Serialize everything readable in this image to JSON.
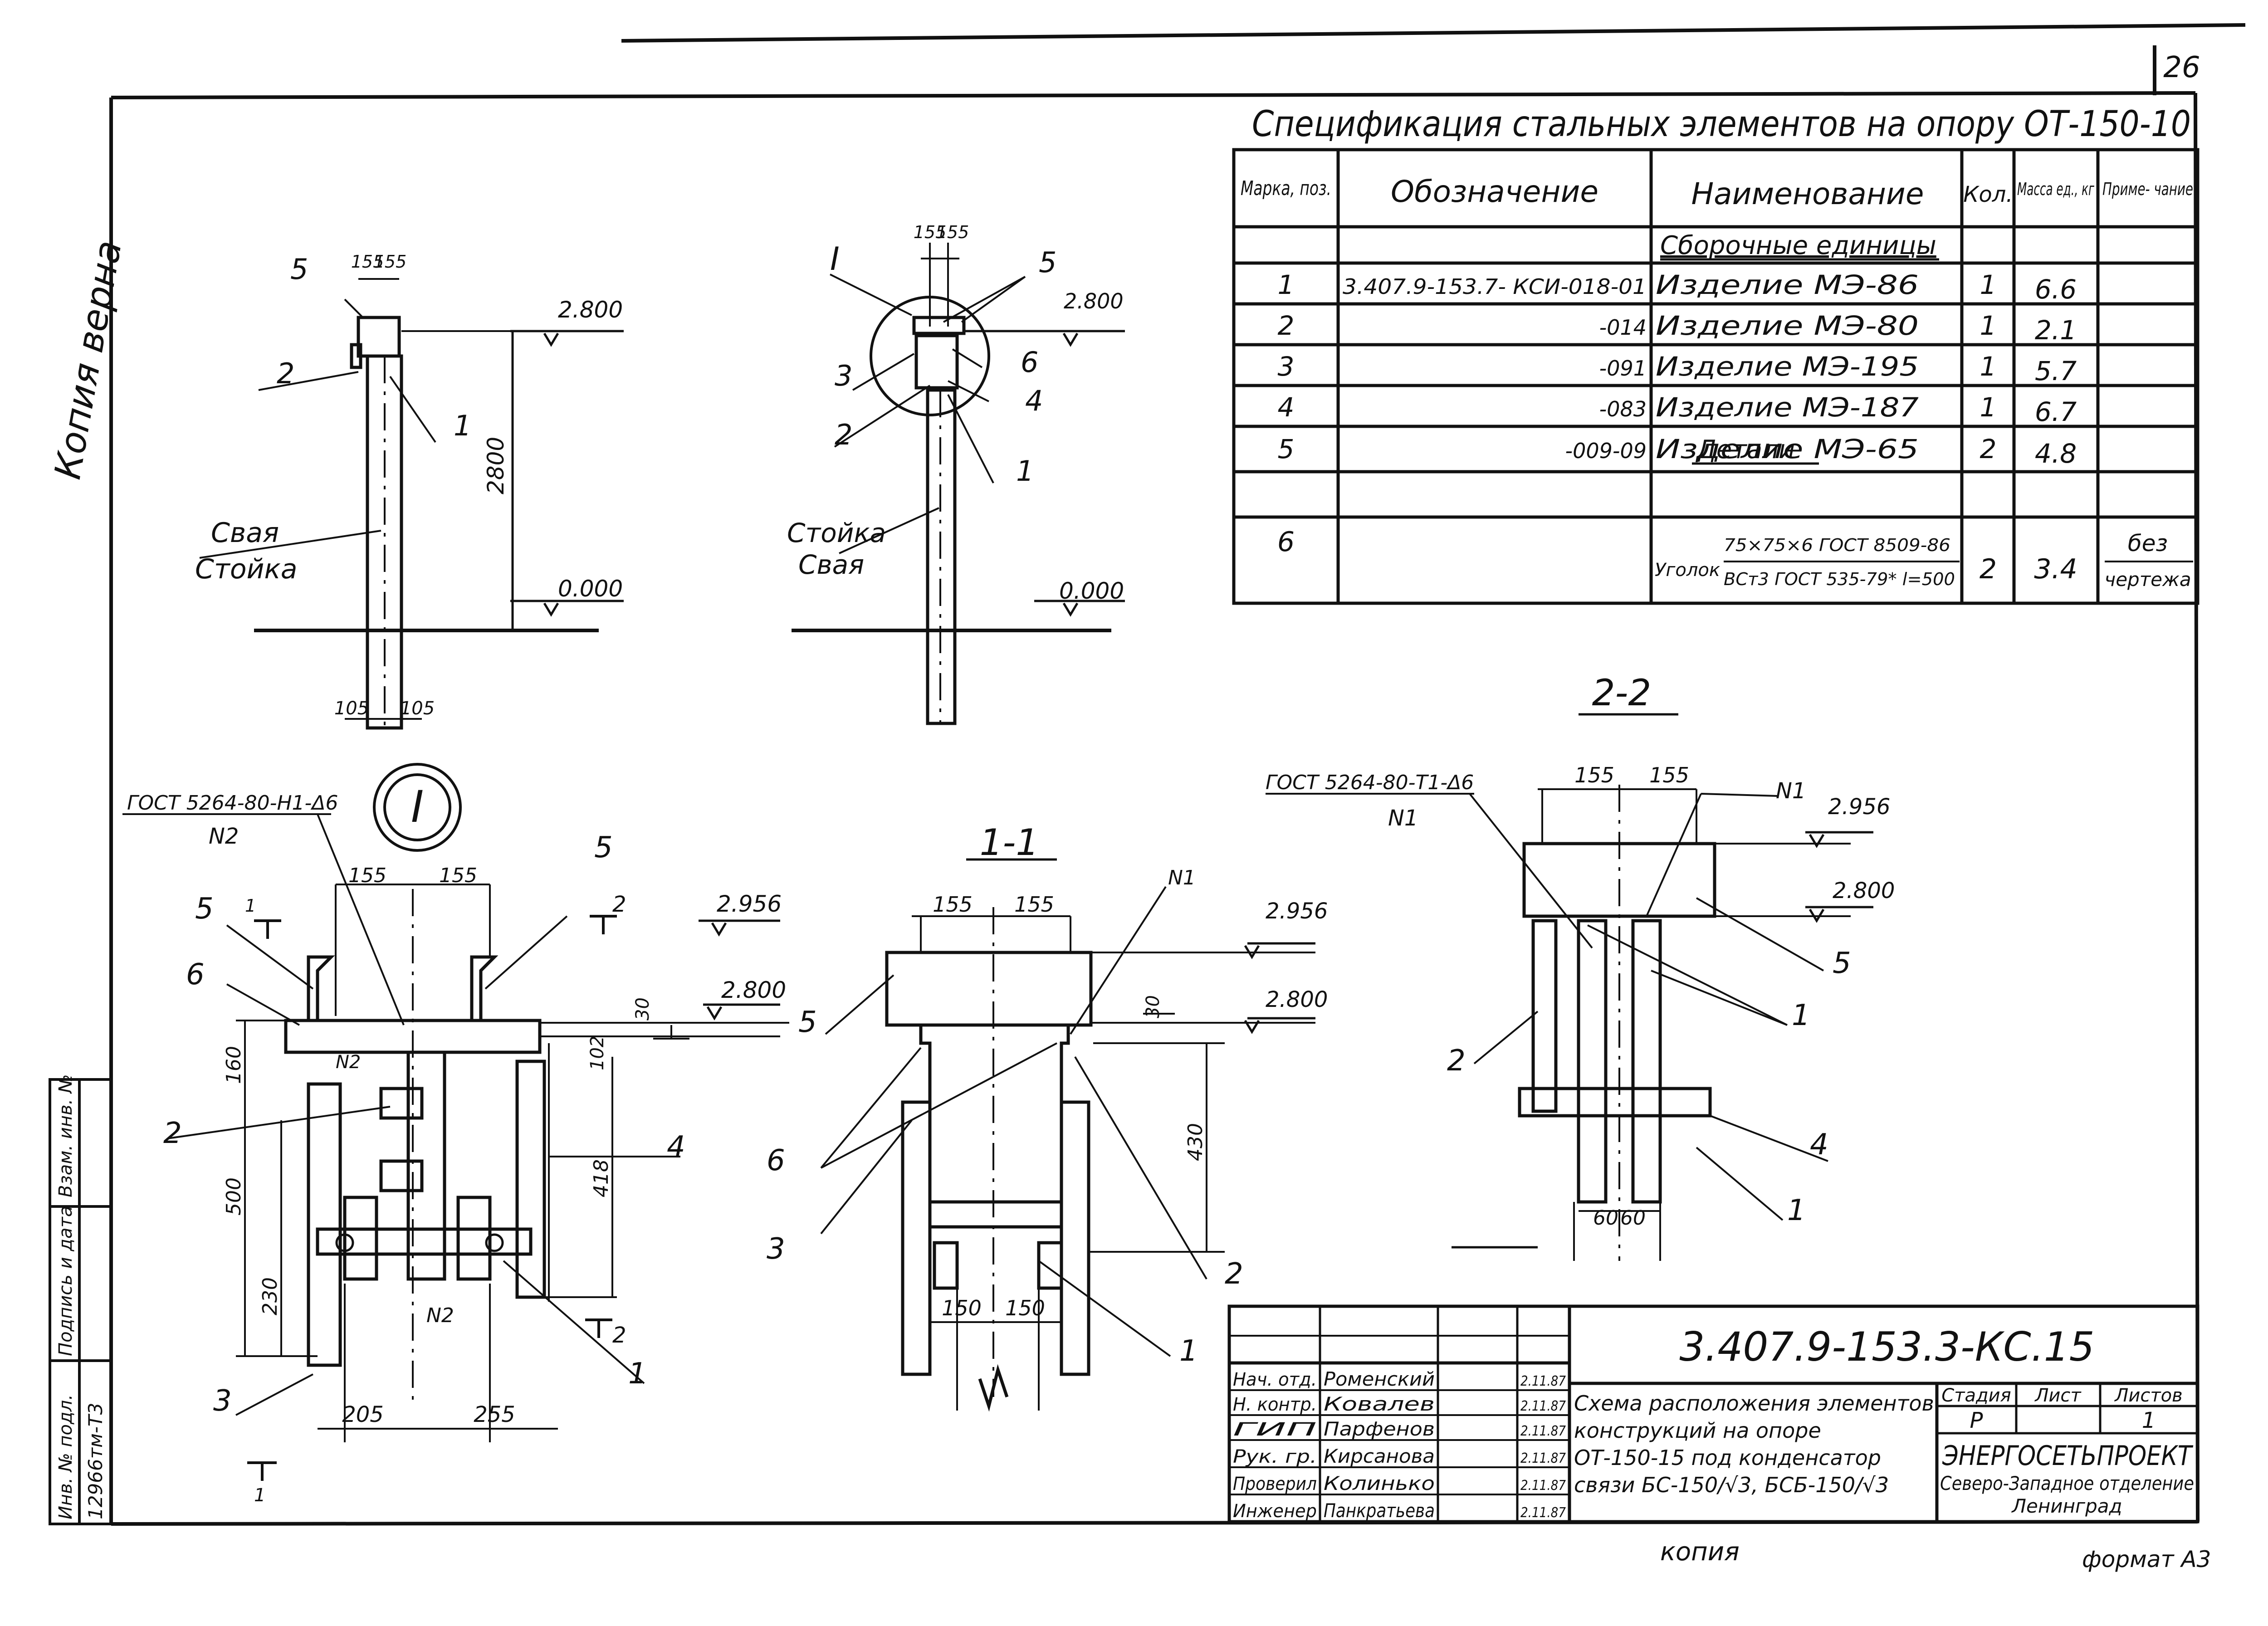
{
  "sheet": {
    "page_number": "26",
    "stamp": "Копия верна",
    "stamp_note": "копия",
    "format_note": "формат А3"
  },
  "spec": {
    "title": "Спецификация стальных элементов на опору ОТ-150-10",
    "headers": {
      "mark": "Марка, поз.",
      "designation": "Обозначение",
      "name": "Наименование",
      "qty": "Кол.",
      "mass": "Масса ед., кг",
      "note": "Приме- чание"
    },
    "group_assembly": "Сборочные единицы",
    "group_parts": "Детали",
    "rows": [
      {
        "mark": "1",
        "designation": "3.407.9-153.7- КСИ-018-01",
        "name": "Изделие МЭ-86",
        "qty": "1",
        "mass": "6.6",
        "note": ""
      },
      {
        "mark": "2",
        "designation": "-014",
        "name": "Изделие МЭ-80",
        "qty": "1",
        "mass": "2.1",
        "note": ""
      },
      {
        "mark": "3",
        "designation": "-091",
        "name": "Изделие МЭ-195",
        "qty": "1",
        "mass": "5.7",
        "note": ""
      },
      {
        "mark": "4",
        "designation": "-083",
        "name": "Изделие МЭ-187",
        "qty": "1",
        "mass": "6.7",
        "note": ""
      },
      {
        "mark": "5",
        "designation": "-009-09",
        "name": "Изделие МЭ-65",
        "qty": "2",
        "mass": "4.8",
        "note": ""
      }
    ],
    "part_row": {
      "mark": "6",
      "name_prefix": "Уголок",
      "name_top": "75×75×6 ГОСТ 8509-86",
      "name_bottom": "ВСт3 ГОСТ 535-79* l=500",
      "qty": "2",
      "mass": "3.4",
      "note_top": "без",
      "note_bottom": "чертежа"
    }
  },
  "drawings": {
    "view1": {
      "dim_top_a": "155",
      "dim_top_b": "155",
      "elev_top": "2.800",
      "elev_ground": "0.000",
      "height": "2800",
      "dim_bottom_a": "105",
      "dim_bottom_b": "105",
      "label_pile": "Свая",
      "label_post": "Стойка",
      "callouts": [
        "5",
        "2",
        "1"
      ]
    },
    "view2": {
      "marker": "I",
      "dim_top_a": "155",
      "dim_top_b": "155",
      "elev_top": "2.800",
      "elev_ground": "0.000",
      "label_post": "Стойка",
      "label_pile": "Свая",
      "callouts": [
        "5",
        "3",
        "6",
        "4",
        "2",
        "1"
      ]
    },
    "detail_I": {
      "marker": "I",
      "weld_note": "ГОСТ 5264-80-Н1-Δ6",
      "weld_ref": "N2",
      "weld_ref_inner": "N2",
      "weld_ref_low": "N2",
      "dim_top_a": "155",
      "dim_top_b": "155",
      "elev_a": "2.956",
      "elev_b": "2.800",
      "dim_30": "30",
      "dim_102": "102",
      "dim_160": "160",
      "dim_500": "500",
      "dim_418": "418",
      "dim_230": "230",
      "dim_bottom_a": "205",
      "dim_bottom_b": "255",
      "section_marks": [
        "1",
        "2",
        "2",
        "1"
      ],
      "callouts": [
        "5",
        "5",
        "6",
        "2",
        "4",
        "3",
        "1"
      ]
    },
    "section_1_1": {
      "title": "1-1",
      "dim_top_a": "155",
      "dim_top_b": "155",
      "elev_a": "2.956",
      "elev_b": "2.800",
      "dim_30": "30",
      "dim_430": "430",
      "dim_bottom_a": "150",
      "dim_bottom_b": "150",
      "weld_ref": "N1",
      "callouts": [
        "5",
        "6",
        "3",
        "2",
        "1"
      ]
    },
    "section_2_2": {
      "title": "2-2",
      "weld_note": "ГОСТ 5264-80-Т1-Δ6",
      "weld_ref": "N1",
      "weld_ref_right": "N1",
      "dim_top_a": "155",
      "dim_top_b": "155",
      "elev_a": "2.956",
      "elev_b": "2.800",
      "dim_bottom_a": "60",
      "dim_bottom_b": "60",
      "callouts": [
        "5",
        "1",
        "2",
        "4",
        "1"
      ]
    }
  },
  "title_block": {
    "code": "3.407.9-153.3-КС.15",
    "description": "Схема расположения элементов конструкций на опоре ОТ-150-15 под конденсатор связи БС-150/√3, БСБ-150/√3",
    "stage_label": "Стадия",
    "sheet_label": "Лист",
    "sheets_label": "Листов",
    "stage": "Р",
    "sheet": "",
    "sheets": "1",
    "org_1": "ЭНЕРГОСЕТЬПРОЕКТ",
    "org_2": "Северо-Западное отделение",
    "org_3": "Ленинград",
    "signatures": [
      {
        "role": "Нач. отд.",
        "name": "Роменский",
        "date": "2.11.87"
      },
      {
        "role": "Н. контр.",
        "name": "Ковалев",
        "date": "2.11.87"
      },
      {
        "role": "ГИП",
        "name": "Парфенов",
        "date": "2.11.87"
      },
      {
        "role": "Рук. гр.",
        "name": "Кирсанова",
        "date": "2.11.87"
      },
      {
        "role": "Проверил",
        "name": "Колинько",
        "date": "2.11.87"
      },
      {
        "role": "Инженер",
        "name": "Панкратьева",
        "date": "2.11.87"
      }
    ]
  },
  "side_stamp": {
    "inv_label": "Инв. № подл.",
    "sign_label": "Подпись и дата",
    "vzam_label": "Взам. инв. №",
    "inv_value": "12966тм-Т3"
  }
}
